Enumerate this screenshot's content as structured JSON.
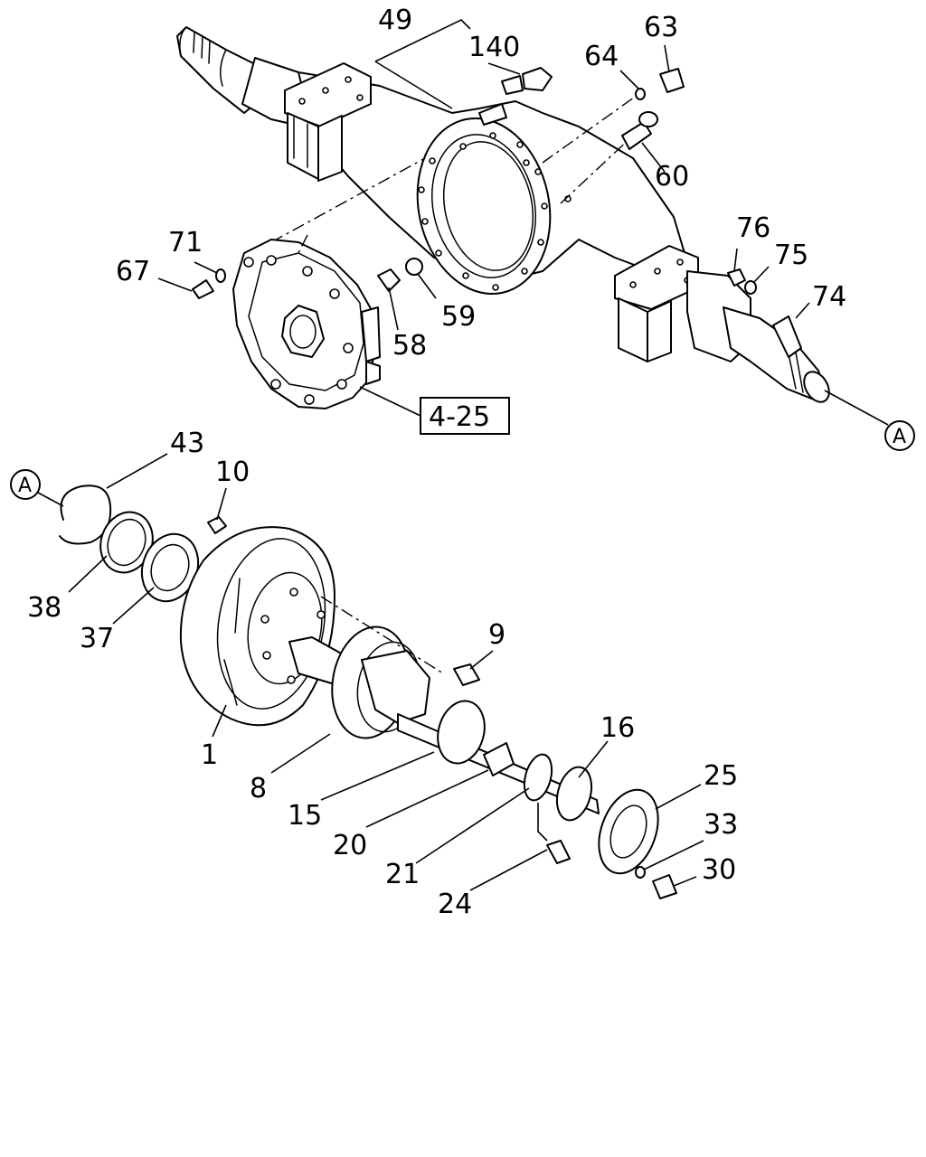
{
  "diagram": {
    "part_labels": [
      {
        "id": "p49",
        "text": "49"
      },
      {
        "id": "p140",
        "text": "140"
      },
      {
        "id": "p63",
        "text": "63"
      },
      {
        "id": "p64",
        "text": "64"
      },
      {
        "id": "p60",
        "text": "60"
      },
      {
        "id": "p71",
        "text": "71"
      },
      {
        "id": "p67",
        "text": "67"
      },
      {
        "id": "p58",
        "text": "58"
      },
      {
        "id": "p59",
        "text": "59"
      },
      {
        "id": "p76",
        "text": "76"
      },
      {
        "id": "p75",
        "text": "75"
      },
      {
        "id": "p74",
        "text": "74"
      },
      {
        "id": "p43",
        "text": "43"
      },
      {
        "id": "p10",
        "text": "10"
      },
      {
        "id": "p38",
        "text": "38"
      },
      {
        "id": "p37",
        "text": "37"
      },
      {
        "id": "p9",
        "text": "9"
      },
      {
        "id": "p1",
        "text": "1"
      },
      {
        "id": "p16",
        "text": "16"
      },
      {
        "id": "p8",
        "text": "8"
      },
      {
        "id": "p25",
        "text": "25"
      },
      {
        "id": "p15",
        "text": "15"
      },
      {
        "id": "p33",
        "text": "33"
      },
      {
        "id": "p30",
        "text": "30"
      },
      {
        "id": "p20",
        "text": "20"
      },
      {
        "id": "p21",
        "text": "21"
      },
      {
        "id": "p24",
        "text": "24"
      }
    ],
    "reference_box": "4-25",
    "connector_marks": [
      "A",
      "A"
    ]
  }
}
